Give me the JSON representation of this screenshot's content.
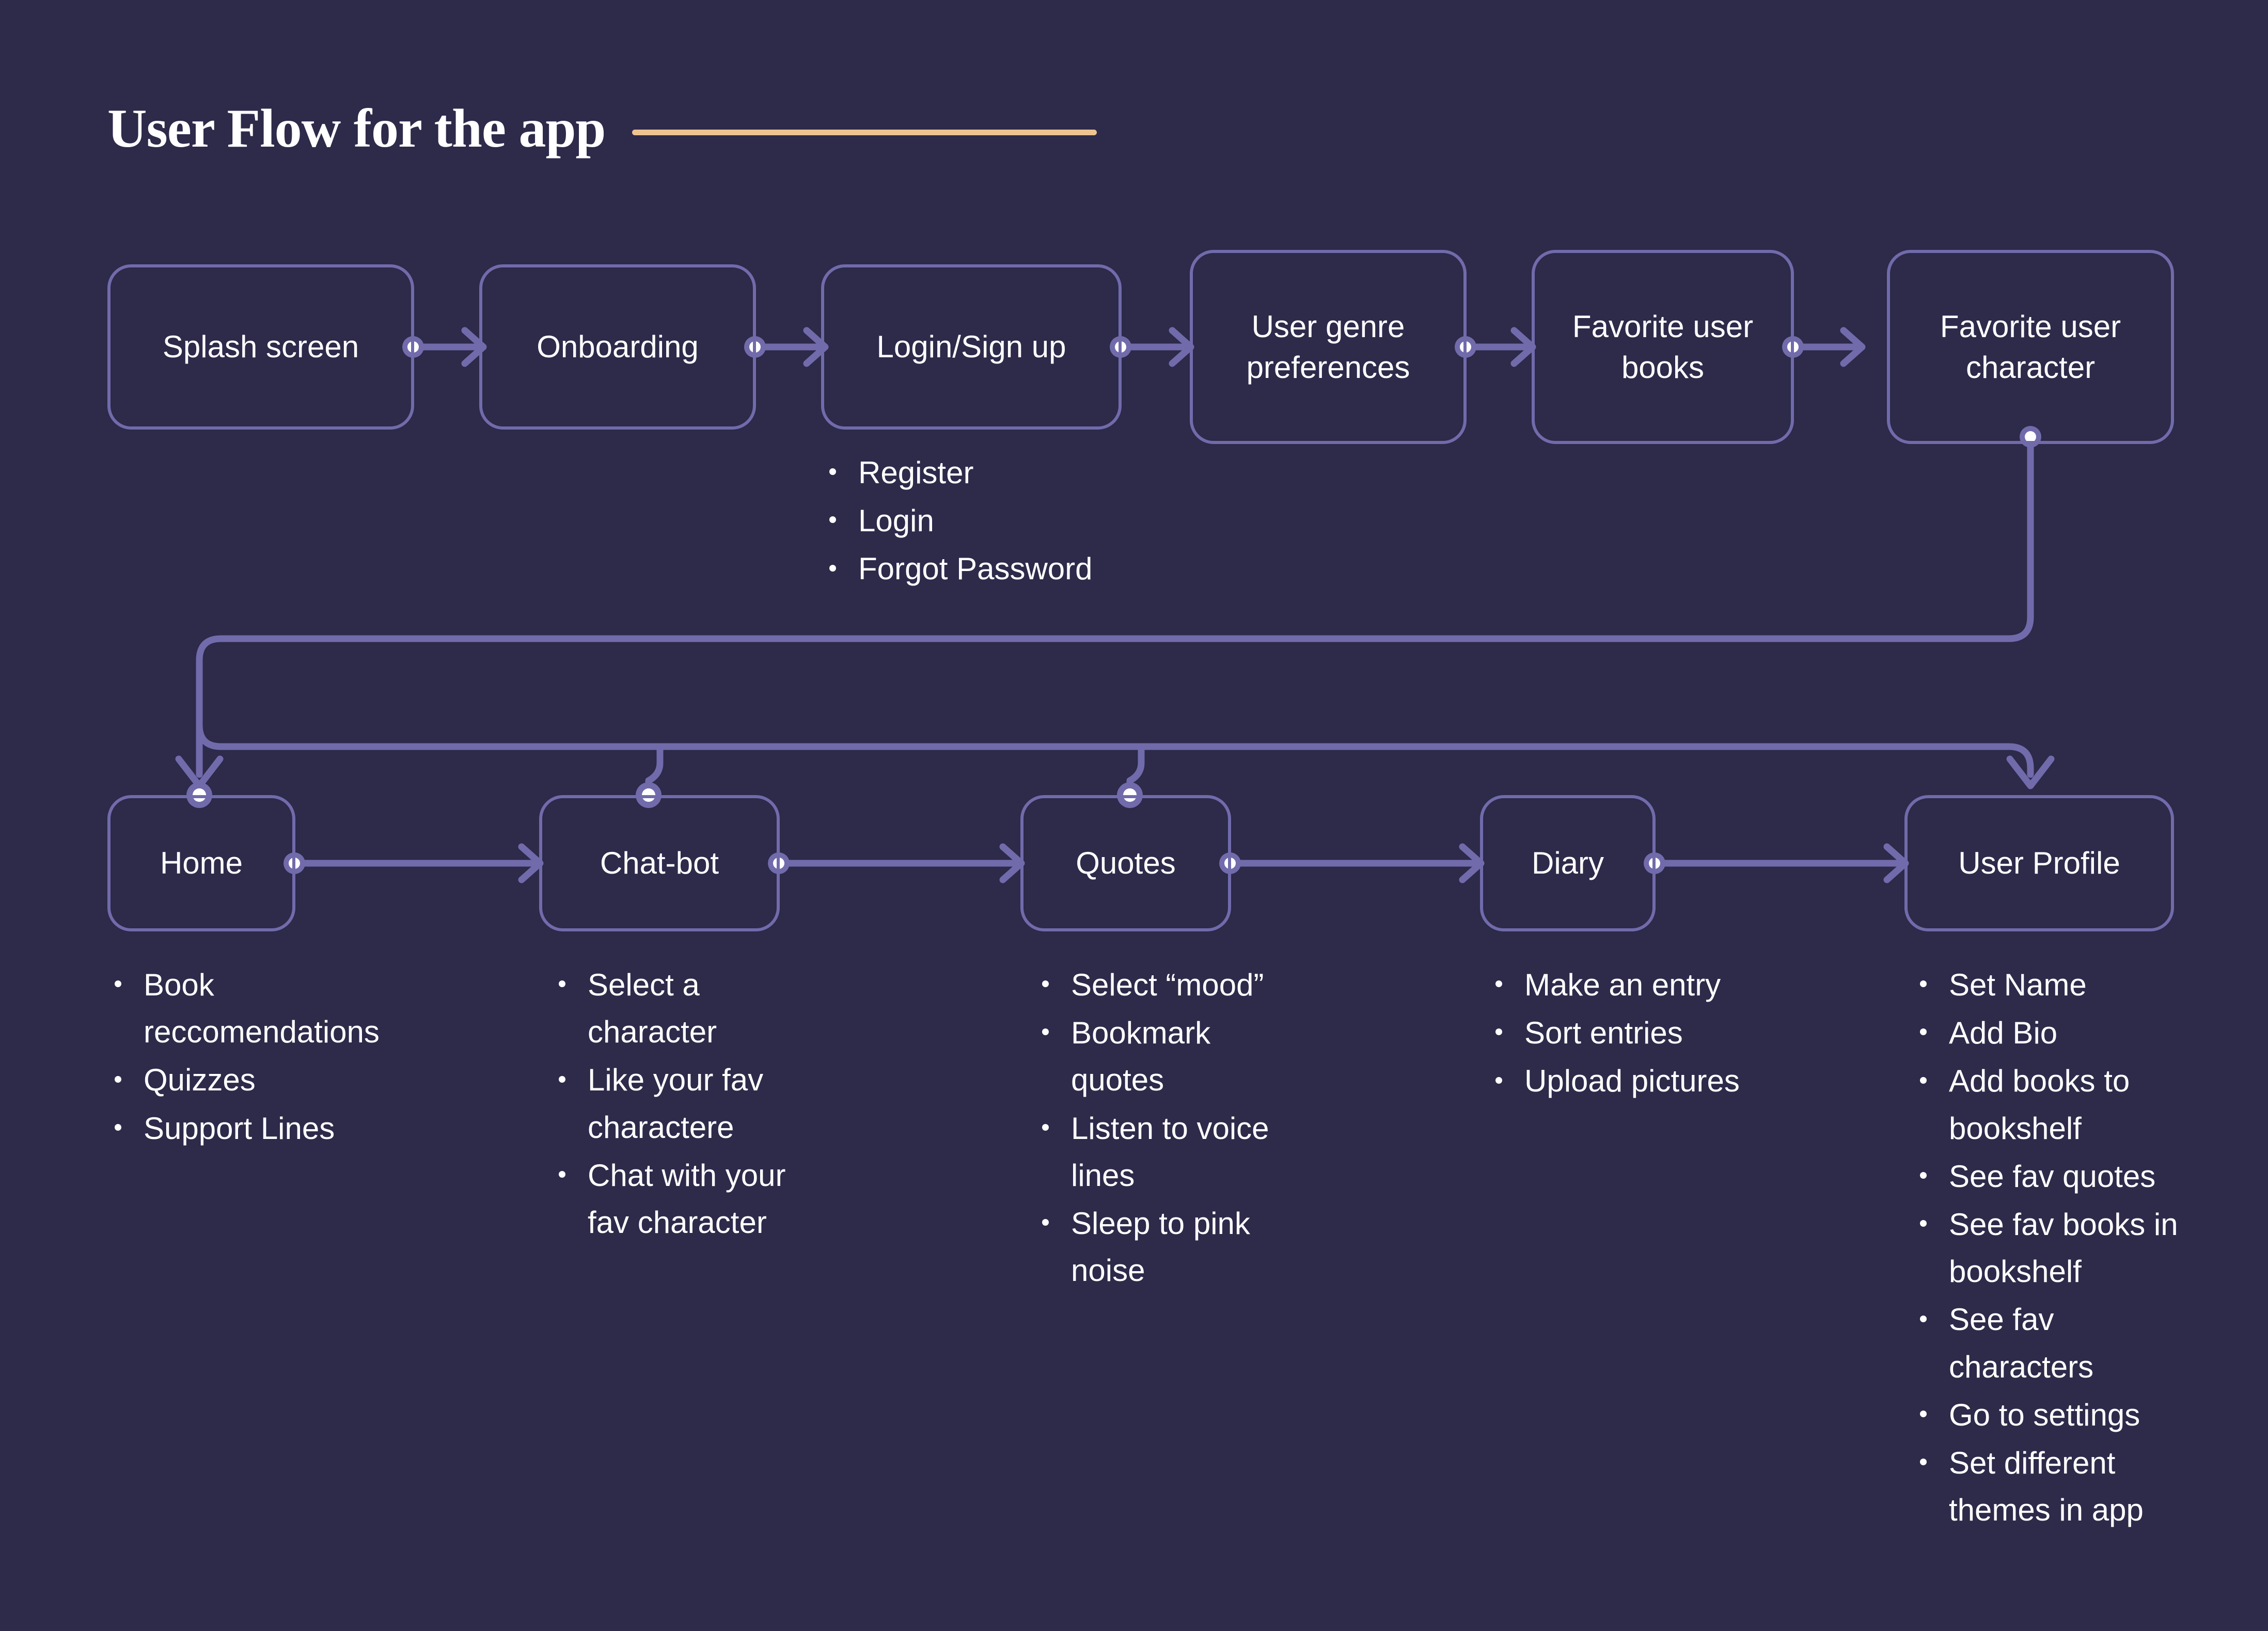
{
  "header": {
    "title": "User Flow for the app",
    "rule_color": "#efc391"
  },
  "theme": {
    "background": "#2d2a4a",
    "node_border": "#716bab",
    "connector": "#716bab",
    "connector_dot": "#ffffff",
    "text": "#ffffff",
    "accent": "#efc391"
  },
  "flow": {
    "row1": [
      {
        "id": "splash-screen",
        "label": "Splash screen"
      },
      {
        "id": "onboarding",
        "label": "Onboarding"
      },
      {
        "id": "login-signup",
        "label": "Login/Sign up"
      },
      {
        "id": "user-genre-preferences",
        "label": "User genre preferences"
      },
      {
        "id": "favorite-user-books",
        "label": "Favorite user books"
      },
      {
        "id": "favorite-user-character",
        "label": "Favorite user character"
      }
    ],
    "row2": [
      {
        "id": "home",
        "label": "Home"
      },
      {
        "id": "chat-bot",
        "label": "Chat-bot"
      },
      {
        "id": "quotes",
        "label": "Quotes"
      },
      {
        "id": "diary",
        "label": "Diary"
      },
      {
        "id": "user-profile",
        "label": "User Profile"
      }
    ]
  },
  "lists": {
    "login_signup": [
      "Register",
      "Login",
      "Forgot Password"
    ],
    "home": [
      "Book reccomendations",
      "Quizzes",
      "Support Lines"
    ],
    "chat_bot": [
      "Select a character",
      "Like your fav charactere",
      "Chat with your fav character"
    ],
    "quotes": [
      "Select “mood”",
      "Bookmark quotes",
      "Listen to voice lines",
      "Sleep to pink noise"
    ],
    "diary": [
      "Make an entry",
      "Sort entries",
      "Upload pictures"
    ],
    "user_profile": [
      "Set Name",
      "Add Bio",
      "Add books to bookshelf",
      "See fav quotes",
      "See fav books in bookshelf",
      "See fav characters",
      "Go to settings",
      "Set different themes in app"
    ]
  }
}
